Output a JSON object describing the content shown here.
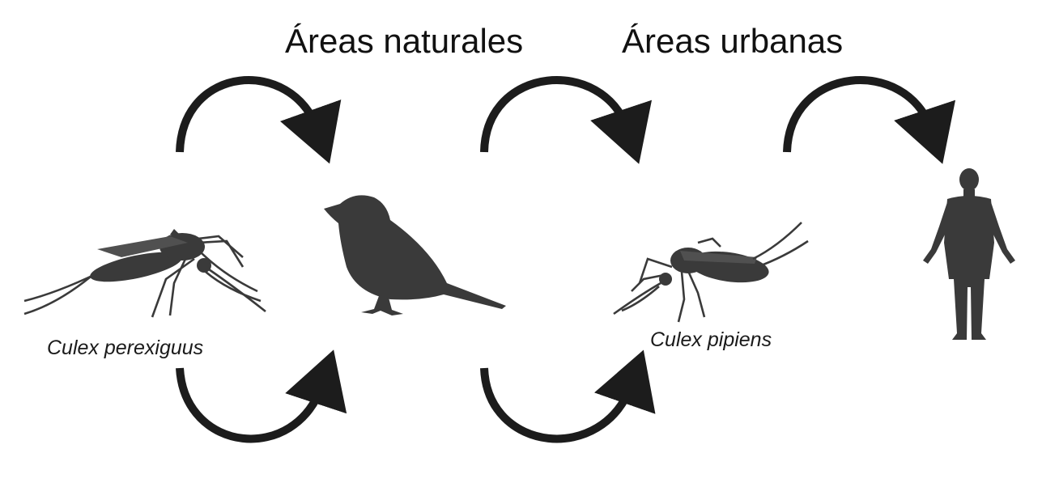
{
  "headings": {
    "natural": "Áreas naturales",
    "urban": "Áreas urbanas"
  },
  "species": {
    "left": "Culex perexiguus",
    "right": "Culex pipiens"
  },
  "icons": {
    "mosquito_left": "mosquito-icon",
    "bird": "bird-icon",
    "mosquito_right": "mosquito-icon",
    "human": "human-icon",
    "arrow": "curved-arrow-icon"
  },
  "colors": {
    "silhouette": "#3a3a3a",
    "arrow": "#1c1c1c",
    "text": "#111111"
  }
}
